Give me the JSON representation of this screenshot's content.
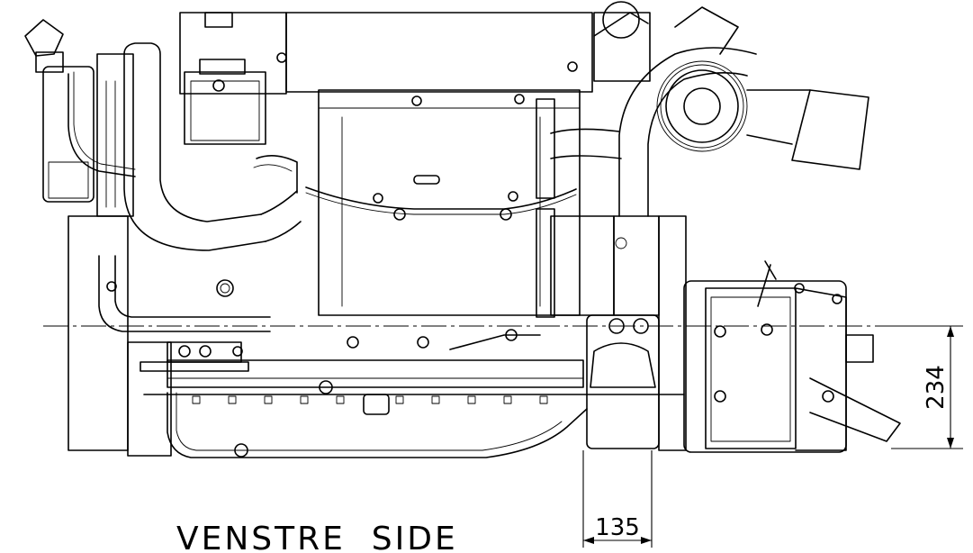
{
  "drawing": {
    "view_label": "VENSTRE  SIDE",
    "dimensions": {
      "vertical": "234",
      "horizontal": "135"
    }
  }
}
